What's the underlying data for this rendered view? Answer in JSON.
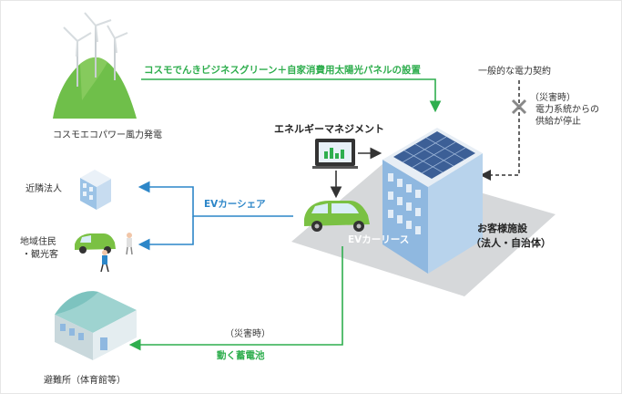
{
  "labels": {
    "wind_power": "コスモエコパワー風力発電",
    "green_plan": "コスモでんきビジネスグリーン＋自家消費用太陽光パネルの設置",
    "general_contract": "一般的な電力契約",
    "disaster_note_1": "（災害時）",
    "disaster_note_2": "電力系統からの",
    "disaster_note_3": "供給が停止",
    "energy_mgmt": "エネルギーマネジメント",
    "nearby_corp": "近隣法人",
    "residents_1": "地域住民",
    "residents_2": "・観光客",
    "ev_share": "EVカーシェア",
    "ev_lease": "EVカーリース",
    "customer_1": "お客様施設",
    "customer_2": "（法人・自治体）",
    "disaster_bottom": "（災害時）",
    "mobile_battery": "動く蓄電池",
    "shelter": "避難所（体育館等）"
  },
  "colors": {
    "green": "#2fae4e",
    "blue": "#2c86c8",
    "gray_ground": "#d6d8da",
    "building": "#8fb8e0",
    "ev_car": "#7ac143"
  }
}
